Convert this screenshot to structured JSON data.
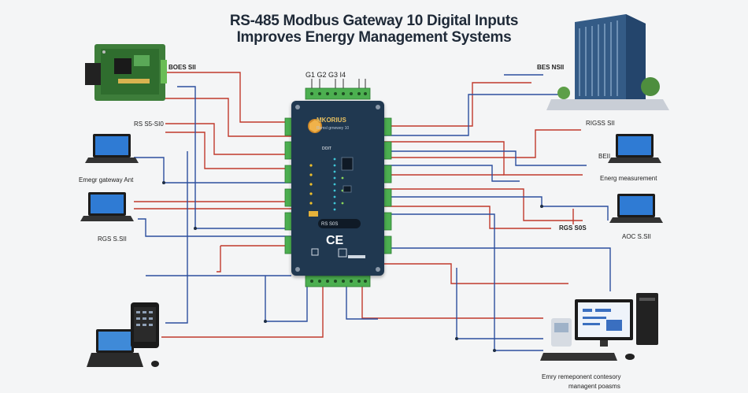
{
  "title": {
    "line1": "RS-485 Modbus Gateway  10 Digital Inputs",
    "line2": "Improves Energy Management Systems"
  },
  "labels": {
    "top_left_board": "BOES SII",
    "rs_left": "RS S5-SI0",
    "left_laptop": "Emegr gateway Ant",
    "left_laptop2": "RGS S.SII",
    "right_top": "BES NSII",
    "right_rs": "RIGSS SII",
    "right_laptop": "BEII",
    "right_energy": "Energ measurement",
    "right_rs2": "RGS S0S",
    "right_bottom_laptop": "AOC S.SII",
    "bottom_right_caption1": "Emry  remeponent contesory",
    "bottom_right_caption2": "managent poasms",
    "device_brand": "MKORIUS",
    "device_sub": "Rsmsl grnewey 10",
    "device_display": "RS S0S",
    "device_ce": "CE",
    "device_top_terminals": "G1   G2   G3   I4",
    "device_io_label": "DOIT"
  },
  "colors": {
    "wire_red": "#c0392b",
    "wire_blue": "#2c4f9e",
    "device_body": "#203850",
    "terminal_green": "#4caf50"
  }
}
